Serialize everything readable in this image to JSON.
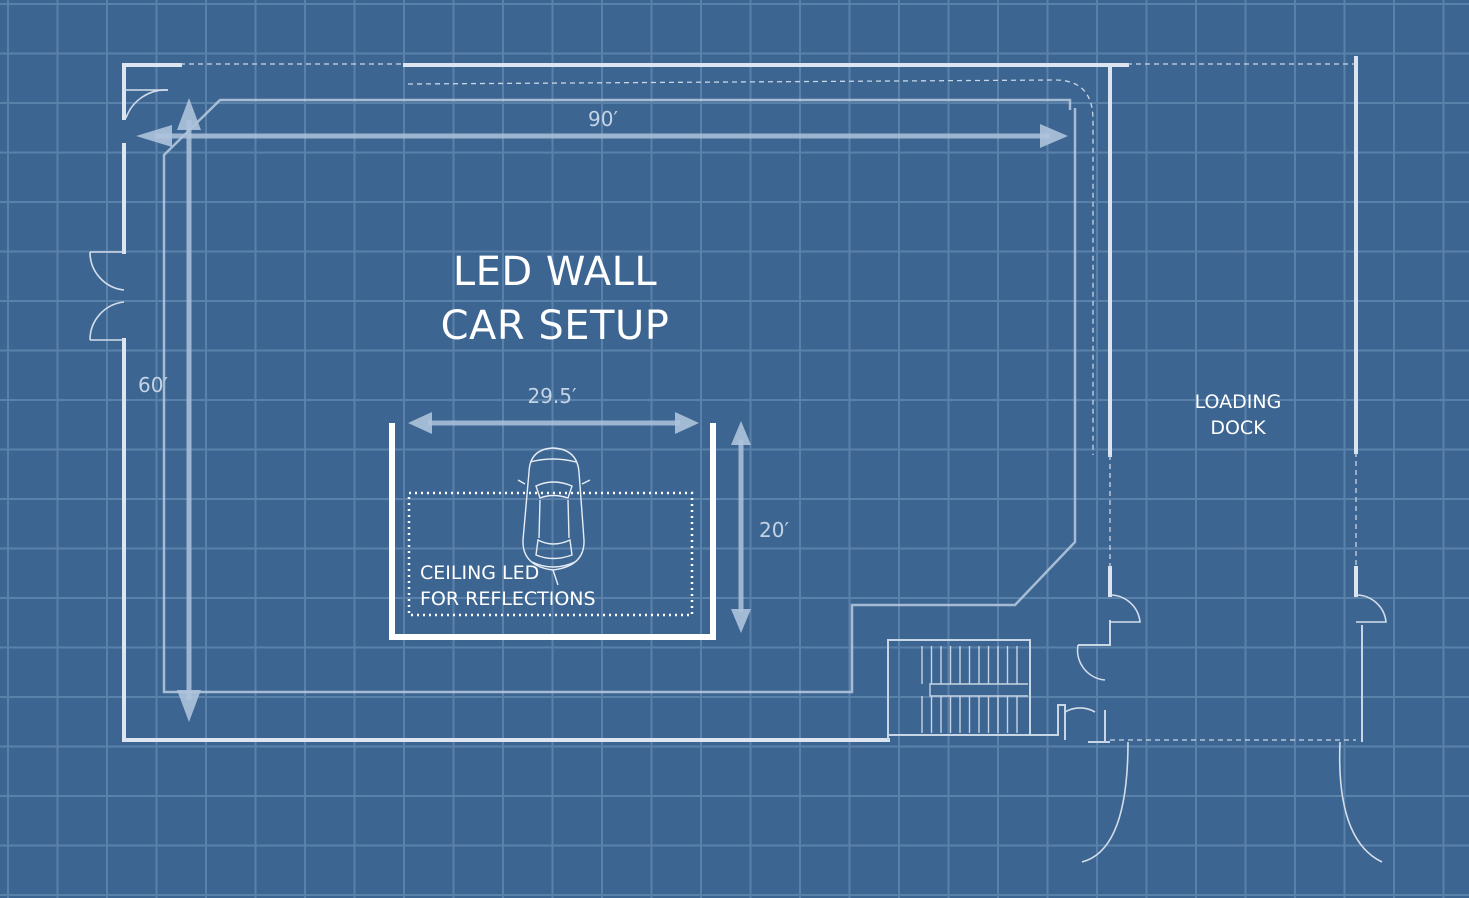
{
  "diagram": {
    "title_lines": [
      "LED WALL",
      "CAR SETUP"
    ],
    "dimensions": {
      "width": "90′",
      "height": "60′",
      "led_width": "29.5′",
      "led_depth": "20′"
    },
    "labels": {
      "ceiling_lines": [
        "CEILING LED",
        "FOR REFLECTIONS"
      ],
      "dock_lines": [
        "LOADING",
        "DOCK"
      ]
    },
    "colors": {
      "background": "#3c6591",
      "grid": "#5a81aa",
      "wall": "#dde6f0",
      "led": "#ffffff"
    }
  }
}
